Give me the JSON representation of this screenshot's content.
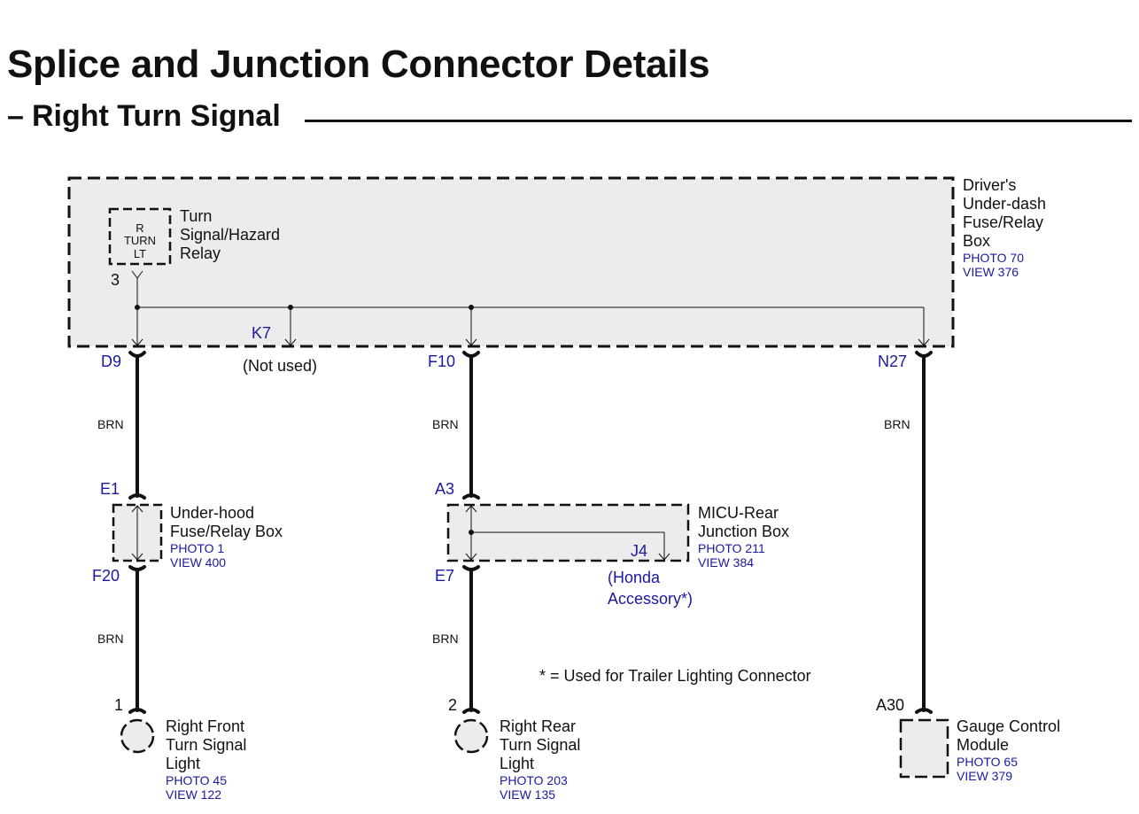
{
  "title": "Splice and Junction Connector Details",
  "subtitle": "Right Turn Signal",
  "subtitle_dash": "–",
  "boxes": {
    "underdash": {
      "name_lines": [
        "Driver's",
        "Under-dash",
        "Fuse/Relay",
        "Box"
      ],
      "photo": "PHOTO 70",
      "view": "VIEW 376"
    },
    "relay": {
      "inner_lines": [
        "R",
        "TURN",
        "LT"
      ],
      "name_lines": [
        "Turn",
        "Signal/Hazard",
        "Relay"
      ],
      "pin": "3"
    },
    "underhood": {
      "name_lines": [
        "Under-hood",
        "Fuse/Relay Box"
      ],
      "photo": "PHOTO 1",
      "view": "VIEW 400"
    },
    "micu": {
      "name_lines": [
        "MICU-Rear",
        "Junction Box"
      ],
      "photo": "PHOTO 211",
      "view": "VIEW 384",
      "pin": "J4",
      "note_lines": [
        "(Honda",
        "Accessory*)"
      ]
    },
    "front_light": {
      "name_lines": [
        "Right Front",
        "Turn Signal",
        "Light"
      ],
      "photo": "PHOTO 45",
      "view": "VIEW 122",
      "pin": "1"
    },
    "rear_light": {
      "name_lines": [
        "Right Rear",
        "Turn Signal",
        "Light"
      ],
      "photo": "PHOTO 203",
      "view": "VIEW 135",
      "pin": "2"
    },
    "gauge": {
      "name_lines": [
        "Gauge Control",
        "Module"
      ],
      "photo": "PHOTO 65",
      "view": "VIEW 379",
      "pin": "A30"
    }
  },
  "pins": {
    "d9": "D9",
    "k7": "K7",
    "k7_note": "(Not used)",
    "f10": "F10",
    "n27": "N27",
    "e1": "E1",
    "f20": "F20",
    "a3": "A3",
    "e7": "E7"
  },
  "wires": {
    "w1": "BRN",
    "w2": "BRN",
    "w3": "BRN",
    "w4": "BRN",
    "w5": "BRN"
  },
  "footnote": "* = Used for Trailer Lighting Connector",
  "colors": {
    "pin_label": "#1a1aa0",
    "box_fill": "#ececec",
    "line": "#111111"
  }
}
